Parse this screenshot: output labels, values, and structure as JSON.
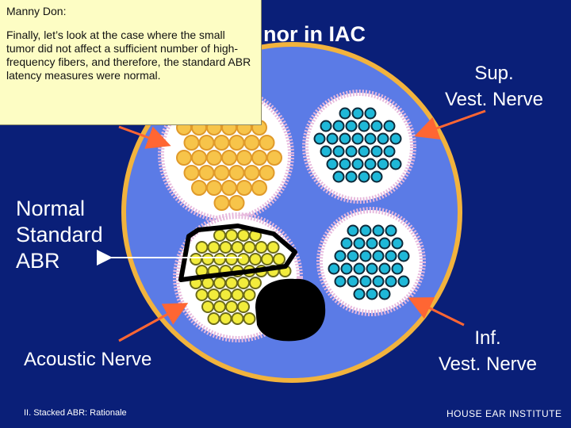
{
  "title_fragment": "nor in IAC",
  "note": {
    "author": "Manny Don:",
    "text": "Finally, let’s look at the case where the small tumor did not affect a sufficient number of high-frequency fibers, and therefore, the standard ABR latency measures were normal."
  },
  "labels": {
    "sup_vest_nerve": [
      "Sup.",
      "Vest. Nerve"
    ],
    "normal_abr": [
      "Normal",
      "Standard",
      "ABR"
    ],
    "acoustic_nerve": "Acoustic Nerve",
    "inf_vest_nerve": [
      "Inf.",
      "Vest. Nerve"
    ]
  },
  "footer": {
    "left": "II. Stacked ABR: Rationale",
    "right": "HOUSE EAR INSTITUTE"
  },
  "colors": {
    "background": "#0a1f78",
    "canal_fill": "#5b7be6",
    "canal_border": "#f2b33d",
    "bundle_fill": "#ffffff",
    "bundle_border": "#e6b8dc",
    "acoustic_fiber": "#f7c44a",
    "affected_fiber": "#f2ec3c",
    "vestibular_fiber": "#1fb8d8",
    "tumor": "#000000",
    "arrow_orange": "#ff6633",
    "note_background": "#fdfdc4"
  }
}
